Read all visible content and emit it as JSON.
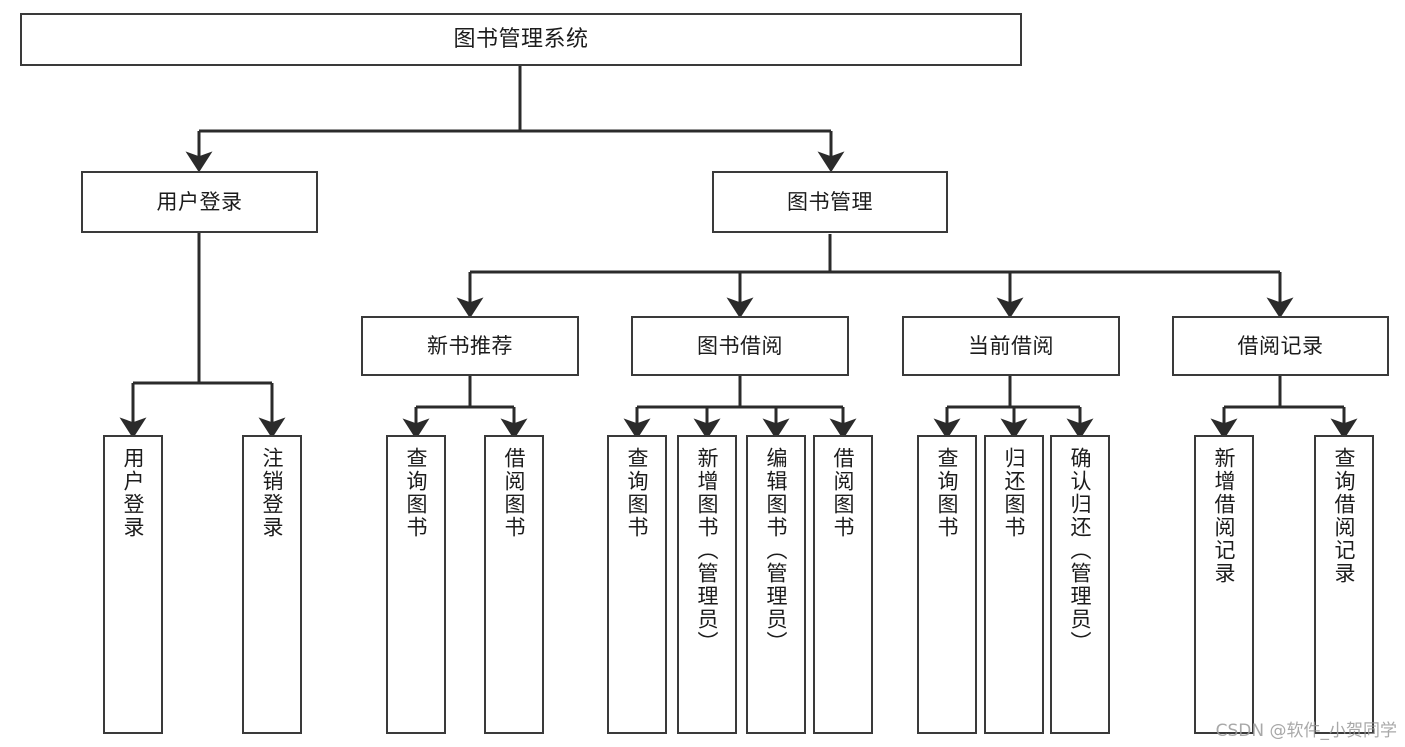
{
  "diagram": {
    "title": "图书管理系统",
    "type": "hierarchy-tree",
    "watermark": "CSDN @软件_小贺同学",
    "stroke_color": "#3a3a3a",
    "text_color": "#1c1c1c",
    "background_color": "#ffffff"
  },
  "nodes": {
    "root": {
      "label": "图书管理系统",
      "level": 1
    },
    "level2": [
      {
        "id": "user-login",
        "label": "用户登录"
      },
      {
        "id": "book-management",
        "label": "图书管理"
      }
    ],
    "level3": [
      {
        "id": "new-book-recommend",
        "label": "新书推荐"
      },
      {
        "id": "book-borrow",
        "label": "图书借阅"
      },
      {
        "id": "current-borrow",
        "label": "当前借阅"
      },
      {
        "id": "borrow-record",
        "label": "借阅记录"
      }
    ],
    "leaves": {
      "user_login": [
        {
          "id": "leaf-user-login",
          "label": "用户登录"
        },
        {
          "id": "leaf-logout-login",
          "label": "注销登录"
        }
      ],
      "new_book_recommend": [
        {
          "id": "leaf-query-book-1",
          "label": "查询图书"
        },
        {
          "id": "leaf-borrow-book-1",
          "label": "借阅图书"
        }
      ],
      "book_borrow": [
        {
          "id": "leaf-query-book-2",
          "label": "查询图书"
        },
        {
          "id": "leaf-add-book",
          "label": "新增图书（管理员）"
        },
        {
          "id": "leaf-edit-book",
          "label": "编辑图书（管理员）"
        },
        {
          "id": "leaf-borrow-book-2",
          "label": "借阅图书"
        }
      ],
      "current_borrow": [
        {
          "id": "leaf-query-book-3",
          "label": "查询图书"
        },
        {
          "id": "leaf-return-book",
          "label": "归还图书"
        },
        {
          "id": "leaf-confirm-return",
          "label": "确认归还（管理员）"
        }
      ],
      "borrow_record": [
        {
          "id": "leaf-add-record",
          "label": "新增借阅记录"
        },
        {
          "id": "leaf-query-record",
          "label": "查询借阅记录"
        }
      ]
    }
  }
}
